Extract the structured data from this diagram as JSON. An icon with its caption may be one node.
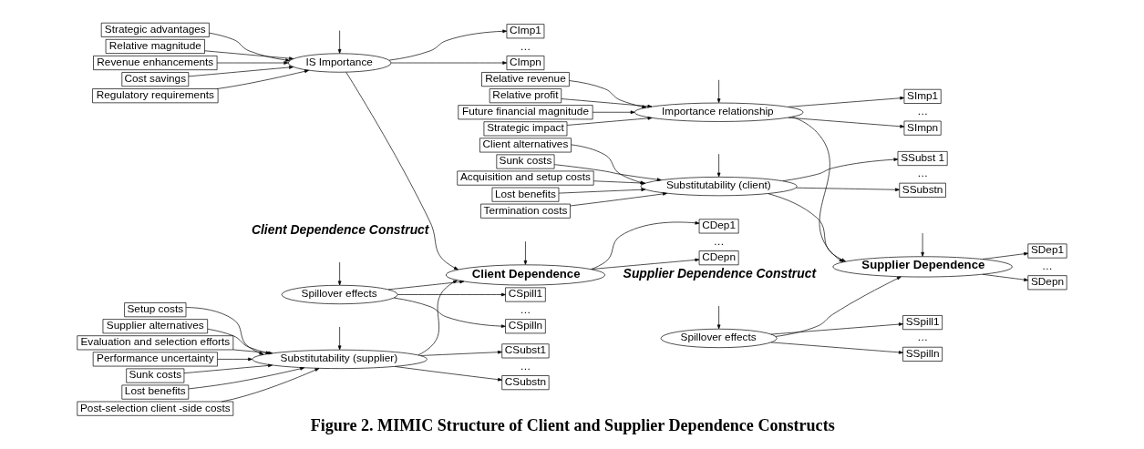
{
  "diagram": {
    "caption": "Figure 2. MIMIC Structure of Client and Supplier Dependence Constructs",
    "nodes": [
      {
        "text": [
          "Relative magnitude"
        ]
      },
      {
        "text": [
          "Revenue enhancements"
        ]
      },
      {
        "text": [
          "Cost savings"
        ]
      },
      {
        "text": [
          "Regulatory requirements"
        ]
      },
      {
        "text": [
          "Strategic advantages"
        ]
      },
      {
        "text": [
          "IS Importance"
        ]
      },
      {
        "text": [
          "CImp1"
        ]
      },
      {
        "text": [
          "CImpn"
        ]
      },
      {
        "text": [
          "Supplier alternatives"
        ]
      },
      {
        "text": [
          "Evaluation and selection efforts"
        ]
      },
      {
        "text": [
          "Performance uncertainty"
        ]
      },
      {
        "text": [
          "Sunk costs"
        ]
      },
      {
        "text": [
          "Lost benefits"
        ]
      },
      {
        "text": [
          "Post-selection client -side costs"
        ]
      },
      {
        "text": [
          "Setup costs"
        ]
      },
      {
        "text": [
          "Substitutability (supplier)"
        ]
      },
      {
        "text": [
          "CSubst1"
        ]
      },
      {
        "text": [
          "CSubstn"
        ]
      },
      {
        "text": [
          "Spillover effects"
        ]
      },
      {
        "text": [
          "CSpill1"
        ]
      },
      {
        "text": [
          "CSpilln"
        ]
      },
      {
        "text": [
          "Client Dependence"
        ]
      },
      {
        "text": [
          "CDep1"
        ]
      },
      {
        "text": [
          "CDepn"
        ]
      },
      {
        "text": [
          "Supplier Dependence"
        ]
      },
      {
        "text": [
          "SDep1"
        ]
      },
      {
        "text": [
          "SDepn"
        ]
      },
      {
        "text": [
          "Importance relationship"
        ]
      },
      {
        "text": [
          "SImp1"
        ]
      },
      {
        "text": [
          "SImpn"
        ]
      },
      {
        "text": [
          "Relative revenue"
        ]
      },
      {
        "text": [
          "Relative profit"
        ]
      },
      {
        "text": [
          "Future financial magnitude"
        ]
      },
      {
        "text": [
          "Strategic impact"
        ]
      },
      {
        "text": [
          "Substitutability (client)"
        ]
      },
      {
        "text": [
          "SSubst 1"
        ]
      },
      {
        "text": [
          "SSubstn"
        ]
      },
      {
        "text": [
          "Client alternatives"
        ]
      },
      {
        "text": [
          "Sunk costs"
        ]
      },
      {
        "text": [
          "Acquisition and setup costs"
        ]
      },
      {
        "text": [
          "Lost benefits"
        ]
      },
      {
        "text": [
          "Termination costs"
        ]
      },
      {
        "text": [
          "Spillover effects"
        ]
      },
      {
        "text": [
          "SSpill1"
        ]
      },
      {
        "text": [
          "SSpilln"
        ]
      }
    ],
    "edges": [
      {
        "from": 0,
        "to": 5,
        "arrow": "to"
      },
      {
        "from": 1,
        "to": 5,
        "arrow": "to"
      },
      {
        "from": 2,
        "to": 5,
        "arrow": "to"
      },
      {
        "from": 3,
        "to": 5,
        "arrow": "to"
      },
      {
        "from": 4,
        "to": 5,
        "arrow": "to"
      },
      {
        "from": null,
        "to": 5,
        "arrow": "to"
      },
      {
        "from": 5,
        "to": 6,
        "arrow": "to"
      },
      {
        "from": 5,
        "to": 7,
        "arrow": "to"
      },
      {
        "from": 8,
        "to": 15,
        "arrow": "to"
      },
      {
        "from": 9,
        "to": 15,
        "arrow": "to"
      },
      {
        "from": 10,
        "to": 15,
        "arrow": "to"
      },
      {
        "from": 11,
        "to": 15,
        "arrow": "to"
      },
      {
        "from": 12,
        "to": 15,
        "arrow": "to"
      },
      {
        "from": 13,
        "to": 15,
        "arrow": "to"
      },
      {
        "from": 14,
        "to": 15,
        "arrow": "to"
      },
      {
        "from": null,
        "to": 15,
        "arrow": "to"
      },
      {
        "from": 15,
        "to": 16,
        "arrow": "to"
      },
      {
        "from": 15,
        "to": 17,
        "arrow": "to"
      },
      {
        "from": null,
        "to": 18,
        "arrow": "to"
      },
      {
        "from": 18,
        "to": 19,
        "arrow": "to"
      },
      {
        "from": 18,
        "to": 20,
        "arrow": "to"
      },
      {
        "from": 5,
        "to": 21,
        "arrow": "to"
      },
      {
        "from": 15,
        "to": 21,
        "arrow": "to"
      },
      {
        "from": 18,
        "to": 21,
        "arrow": "to"
      },
      {
        "from": null,
        "to": 21,
        "arrow": "to"
      },
      {
        "from": 21,
        "to": 22,
        "arrow": "to"
      },
      {
        "from": 21,
        "to": 23,
        "arrow": "to"
      },
      {
        "from": null,
        "to": 24,
        "arrow": "to"
      },
      {
        "from": 24,
        "to": 25,
        "arrow": "to"
      },
      {
        "from": 24,
        "to": 26,
        "arrow": "to"
      },
      {
        "from": 27,
        "to": 24,
        "arrow": "to"
      },
      {
        "from": 34,
        "to": 24,
        "arrow": "to"
      },
      {
        "from": 42,
        "to": 24,
        "arrow": "to"
      },
      {
        "from": null,
        "to": 27,
        "arrow": "to"
      },
      {
        "from": 27,
        "to": 28,
        "arrow": "to"
      },
      {
        "from": 27,
        "to": 29,
        "arrow": "to"
      },
      {
        "from": 30,
        "to": 27,
        "arrow": "to"
      },
      {
        "from": 31,
        "to": 27,
        "arrow": "to"
      },
      {
        "from": 32,
        "to": 27,
        "arrow": "to"
      },
      {
        "from": 33,
        "to": 27,
        "arrow": "to"
      },
      {
        "from": null,
        "to": 34,
        "arrow": "to"
      },
      {
        "from": 34,
        "to": 35,
        "arrow": "to"
      },
      {
        "from": 34,
        "to": 36,
        "arrow": "to"
      },
      {
        "from": 37,
        "to": 34,
        "arrow": "to"
      },
      {
        "from": 38,
        "to": 34,
        "arrow": "to"
      },
      {
        "from": 39,
        "to": 34,
        "arrow": "to"
      },
      {
        "from": 40,
        "to": 34,
        "arrow": "to"
      },
      {
        "from": 41,
        "to": 34,
        "arrow": "to"
      },
      {
        "from": null,
        "to": 42,
        "arrow": "to"
      },
      {
        "from": 42,
        "to": 43,
        "arrow": "to"
      },
      {
        "from": 42,
        "to": 44,
        "arrow": "to"
      }
    ],
    "labels": [
      "Client Dependence Construct",
      "Supplier Dependence Construct",
      "…",
      "…",
      "…",
      "…",
      "…",
      "…",
      "…",
      "…"
    ]
  }
}
